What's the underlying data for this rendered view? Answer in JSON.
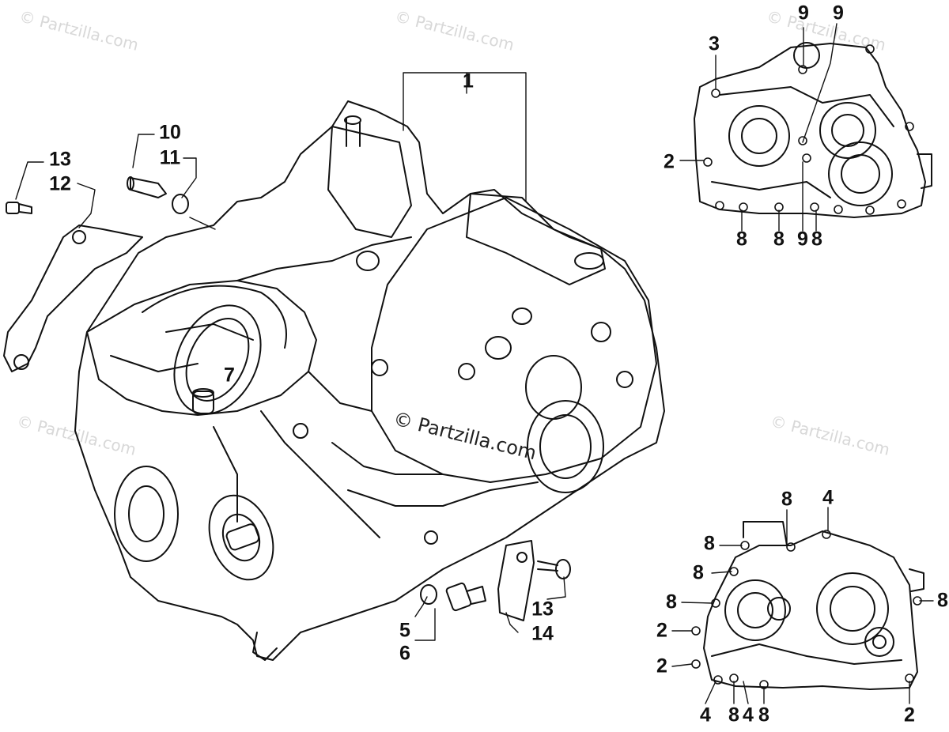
{
  "watermarks": {
    "corner_text": "© Partzilla.com",
    "center_text": "© Partzilla.com"
  },
  "callouts": {
    "c1": "1",
    "c2a": "2",
    "c2b": "2",
    "c2c": "2",
    "c2d": "2",
    "c3": "3",
    "c4a": "4",
    "c4b": "4",
    "c4c": "4",
    "c5": "5",
    "c6": "6",
    "c7": "7",
    "c8a": "8",
    "c8b": "8",
    "c8c": "8",
    "c8d": "8",
    "c8e": "8",
    "c8f": "8",
    "c8g": "8",
    "c8h": "8",
    "c8i": "8",
    "c8j": "8",
    "c9a": "9",
    "c9b": "9",
    "c9c": "9",
    "c10": "10",
    "c11": "11",
    "c12": "12",
    "c13a": "13",
    "c13b": "13",
    "c14": "14"
  }
}
